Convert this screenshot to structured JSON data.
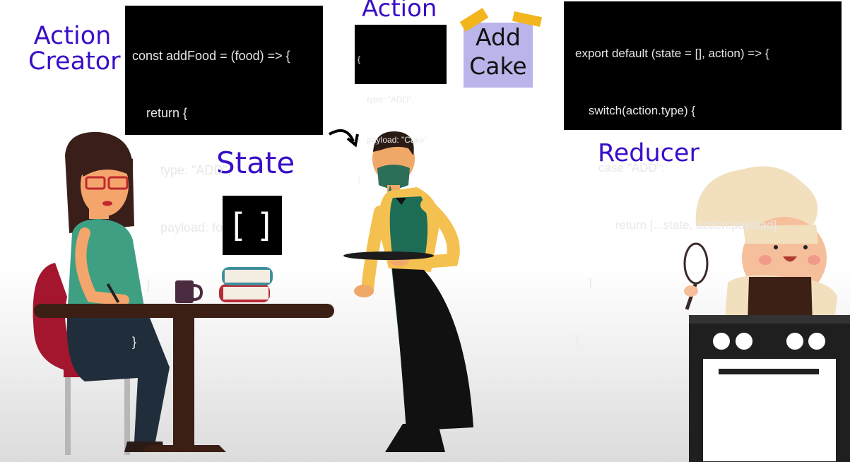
{
  "labels": {
    "action_creator_line1": "Action",
    "action_creator_line2": "Creator",
    "action": "Action",
    "state": "State",
    "reducer": "Reducer"
  },
  "action_creator_code": [
    "const addFood = (food) => {",
    "    return {",
    "        type: \"ADD\",",
    "        payload: food",
    "    }",
    "}"
  ],
  "action_code": [
    "{",
    "    type: \"ADD\",",
    "    payload: \"Cake\"",
    "}"
  ],
  "note": {
    "line1": "Add",
    "line2": "Cake"
  },
  "state_value": "[ ]",
  "reducer_code": [
    "export default (state = [], action) => {",
    "    switch(action.type) {",
    "       case \"ADD\":",
    "            return [...state, action.payload]",
    "    }",
    "}"
  ],
  "colors": {
    "label": "#3a0ec7",
    "code_bg": "#000000",
    "note": "#b9b4ea",
    "tape": "#f2b51c"
  }
}
